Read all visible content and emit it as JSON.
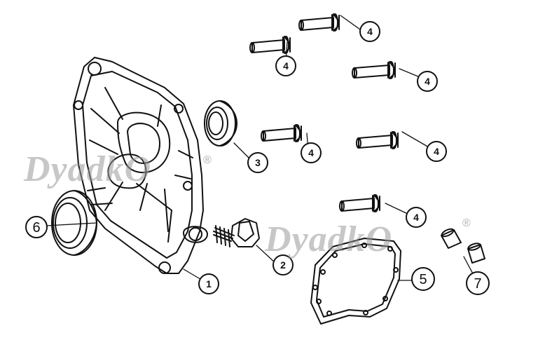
{
  "watermark": {
    "brand": "DyadkO",
    "registered_mark": "®"
  },
  "parts": [
    {
      "id": "crankcase-cover",
      "callout": "1"
    },
    {
      "id": "oil-level-plug",
      "callout": "2"
    },
    {
      "id": "oil-seal-small",
      "callout": "3"
    },
    {
      "id": "flange-bolt",
      "callout": "4"
    },
    {
      "id": "cover-gasket",
      "callout": "5"
    },
    {
      "id": "oil-seal-large",
      "callout": "6"
    },
    {
      "id": "dowel-pin",
      "callout": "7"
    }
  ]
}
